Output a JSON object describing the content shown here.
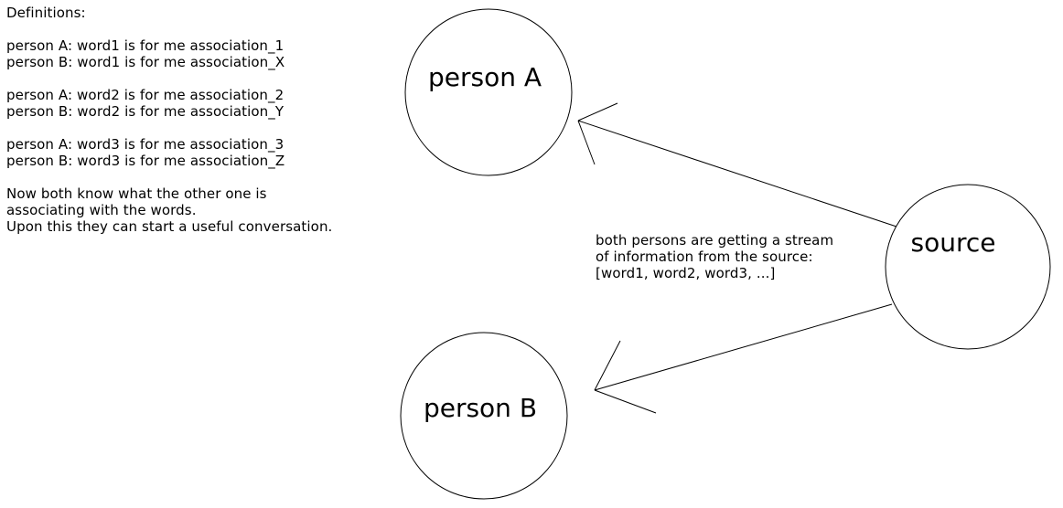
{
  "definitions": {
    "title": "Definitions:",
    "word_pairs": [
      {
        "person_a": "person A: word1 is for me association_1",
        "person_b": "person B: word1 is for me association_X"
      },
      {
        "person_a": "person A: word2 is for me association_2",
        "person_b": "person B: word2 is for me association_Y"
      },
      {
        "person_a": "person A: word3 is for me association_3",
        "person_b": "person B: word3 is for me association_Z"
      }
    ],
    "conclusion_lines": [
      "Now both know what the other one is",
      "associating with the words.",
      "Upon this they can start a useful conversation."
    ]
  },
  "diagram": {
    "nodes": {
      "person_a": {
        "label": "person A"
      },
      "person_b": {
        "label": "person B"
      },
      "source": {
        "label": "source"
      }
    },
    "annotation_lines": [
      "both persons are getting a stream",
      "of information from the source:",
      "[word1, word2, word3, ...]"
    ]
  },
  "colors": {
    "background": "#ffffff",
    "line": "#000000",
    "text": "#000000"
  }
}
